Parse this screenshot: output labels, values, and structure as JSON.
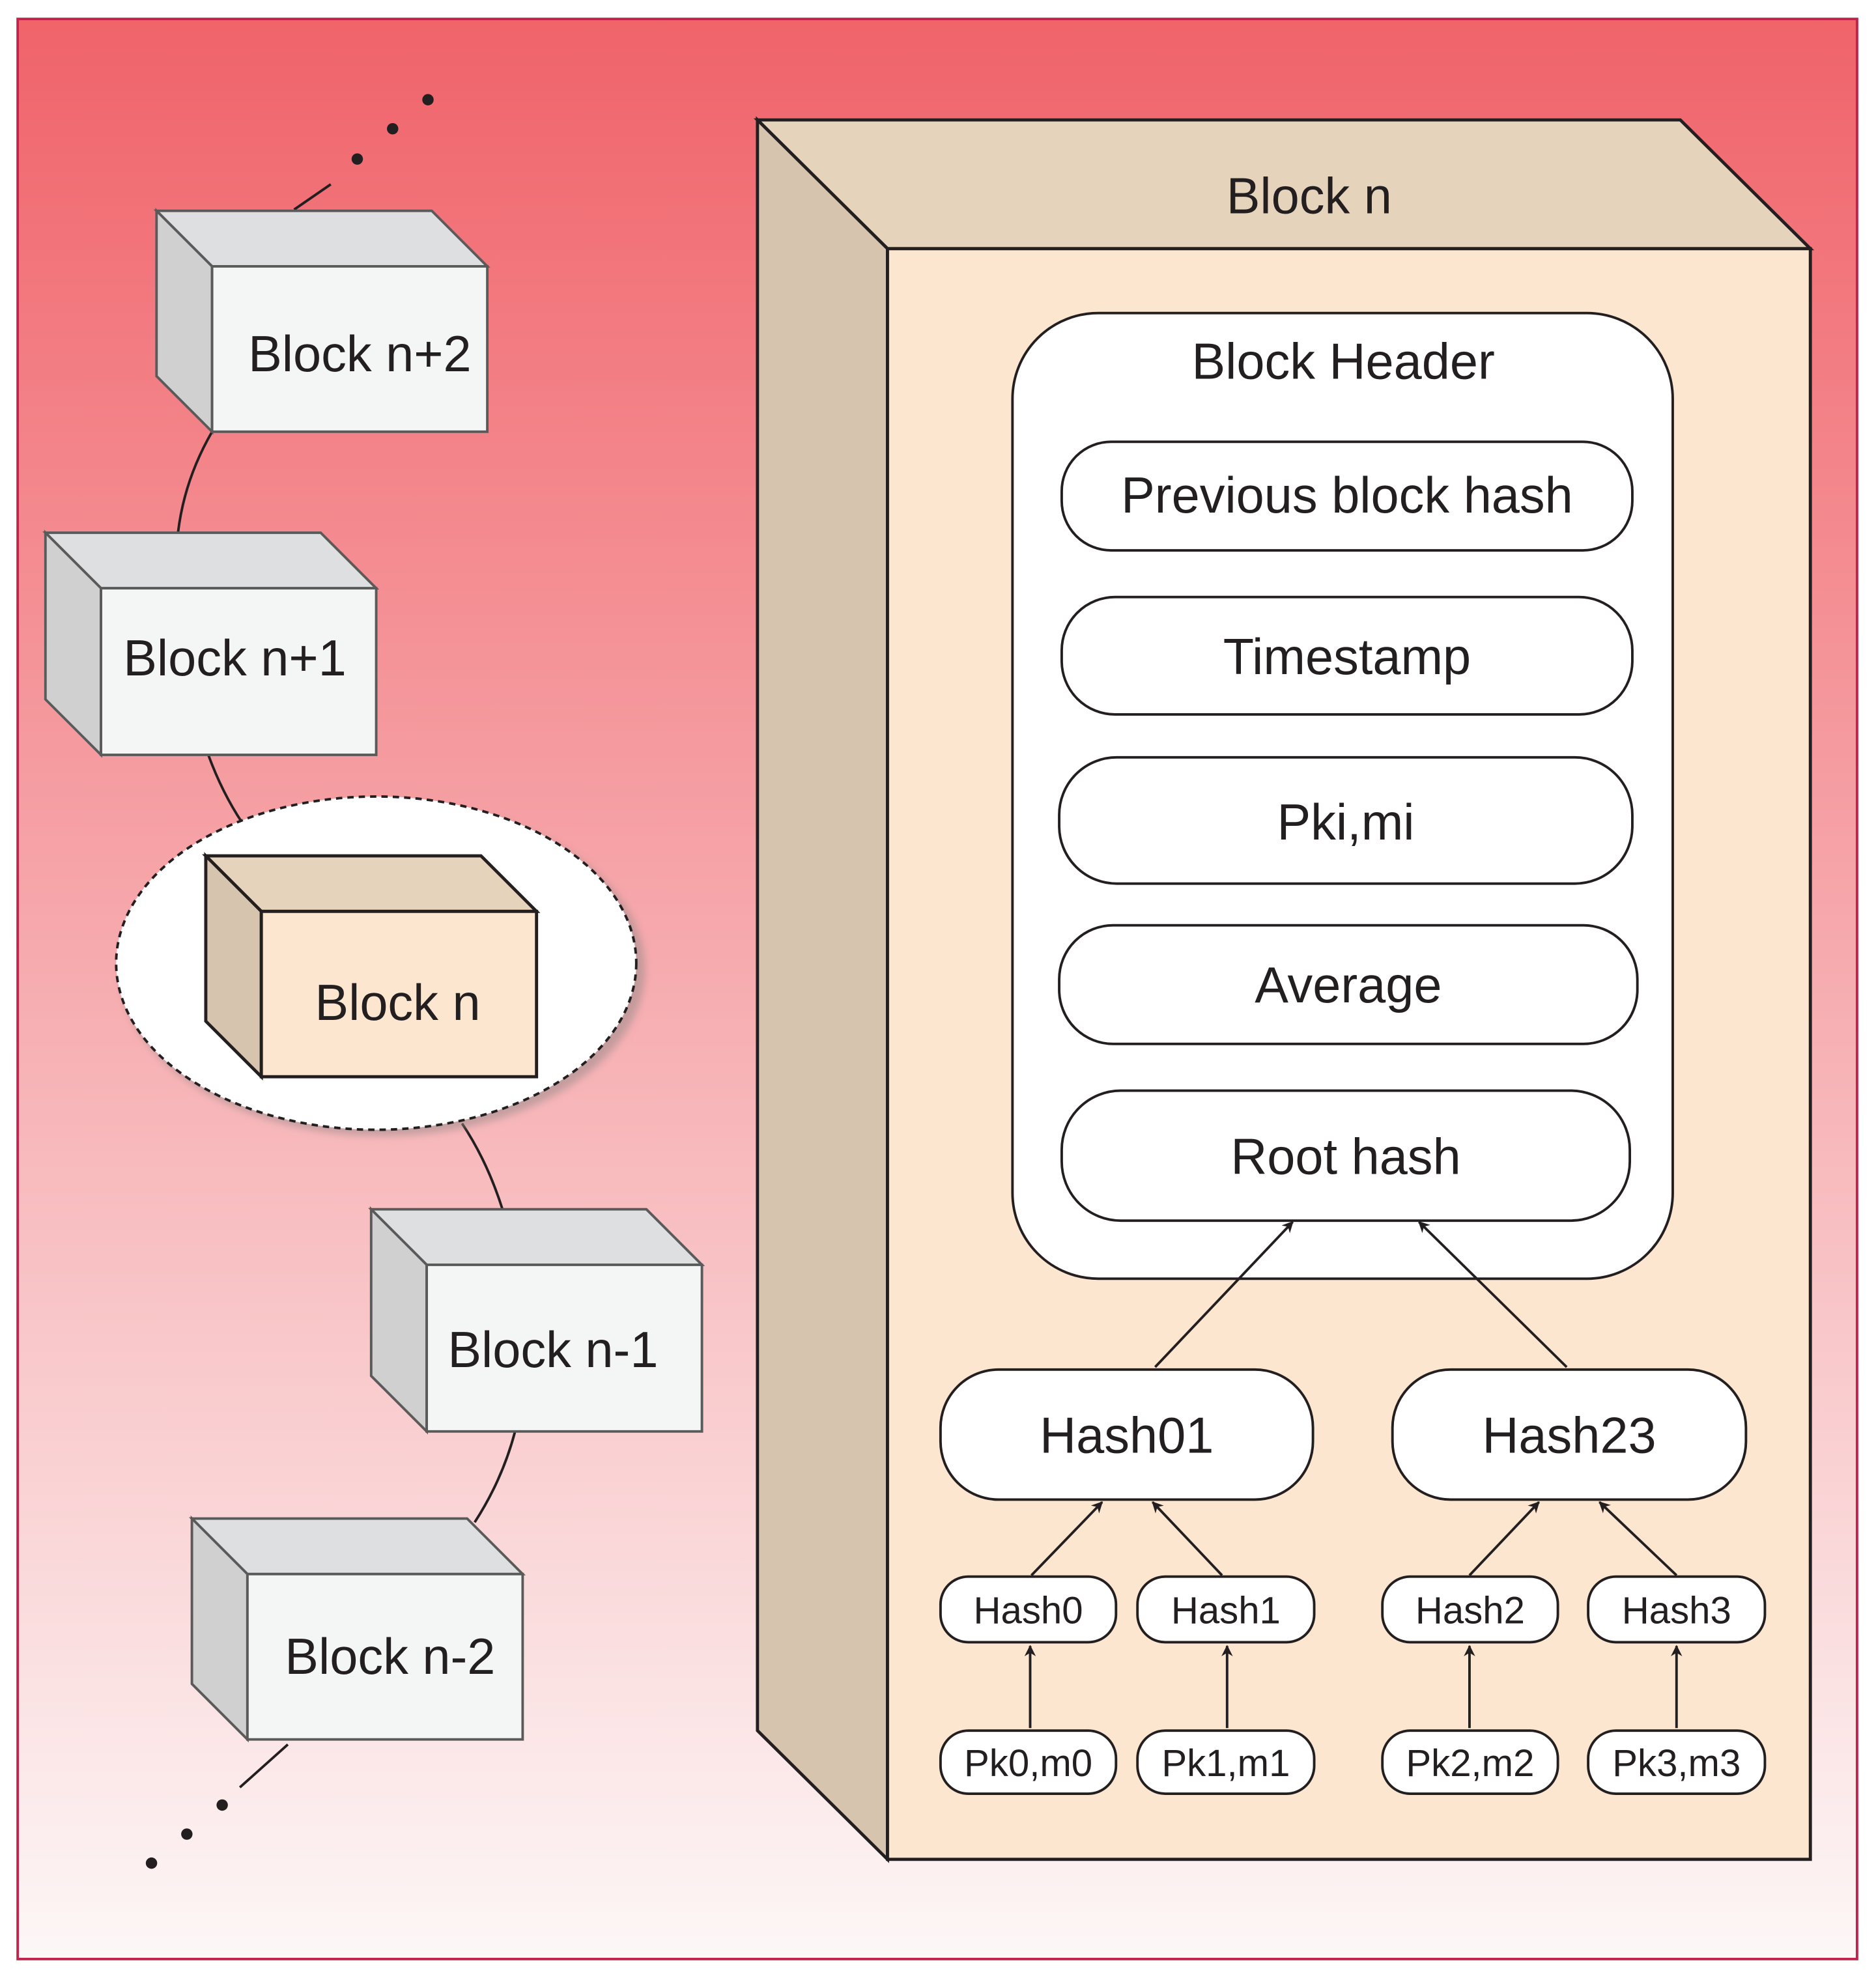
{
  "colors": {
    "background_top": "#f0636a",
    "background_bottom": "#fdf7f7",
    "frame": "#c0244a",
    "grey_front": "#f4f6f5",
    "grey_top": "#dedfe0",
    "grey_side": "#d0d0d0",
    "tan_front": "#fce6cf",
    "tan_top": "#e6d3bb",
    "tan_side": "#d6c4ae",
    "line": "#231f20"
  },
  "chain": {
    "blocks": [
      {
        "label": "Block n+2"
      },
      {
        "label": "Block n+1"
      },
      {
        "label": "Block n"
      },
      {
        "label": "Block n-1"
      },
      {
        "label": "Block n-2"
      }
    ]
  },
  "detail": {
    "title": "Block n",
    "header": {
      "title": "Block Header",
      "fields": [
        "Previous block hash",
        "Timestamp",
        "Pki,mi",
        "Average",
        "Root hash"
      ]
    },
    "merkle": {
      "level1": [
        "Hash01",
        "Hash23"
      ],
      "level2": [
        "Hash0",
        "Hash1",
        "Hash2",
        "Hash3"
      ],
      "leaves": [
        "Pk0,m0",
        "Pk1,m1",
        "Pk2,m2",
        "Pk3,m3"
      ]
    }
  }
}
